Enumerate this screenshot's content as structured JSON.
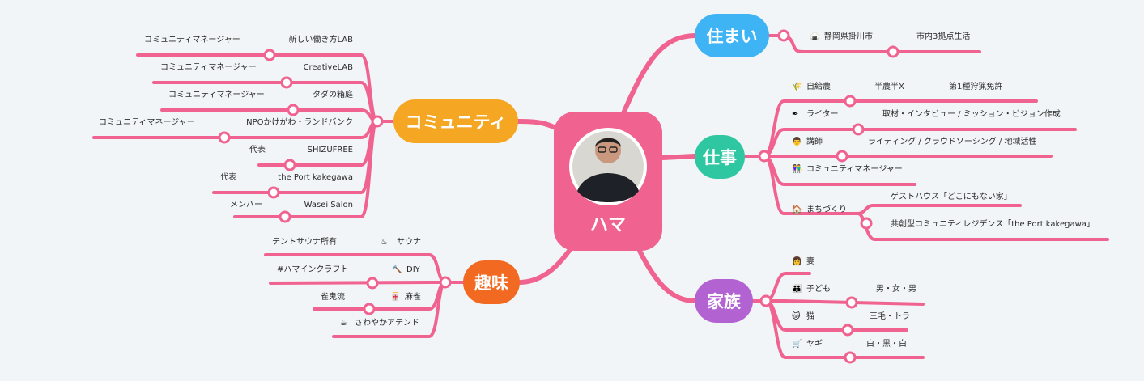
{
  "center": {
    "title": "ハマ",
    "photo": "portrait-photo"
  },
  "colors": {
    "branch": "#f06390",
    "center": "#f06390",
    "live": "#3fb4f5",
    "work": "#2fc6a2",
    "family": "#b362d1",
    "community": "#f5a623",
    "hobby": "#f26a22",
    "background": "#f1f5f7"
  },
  "branches": {
    "live": {
      "title": "住まい",
      "items": [
        {
          "icon": "rice-ball",
          "label": "静岡県掛川市",
          "sub": "市内3拠点生活"
        }
      ]
    },
    "work": {
      "title": "仕事",
      "items": [
        {
          "icon": "rice-plant",
          "label": "自給農",
          "sub": "半農半X",
          "sub2": "第1種狩猟免許"
        },
        {
          "icon": "pen",
          "label": "ライター",
          "sub": "取材・インタビュー / ミッション・ビジョン作成"
        },
        {
          "icon": "teacher",
          "label": "講師",
          "sub": "ライティング / クラウドソーシング / 地域活性"
        },
        {
          "icon": "people",
          "label": "コミュニティマネージャー"
        },
        {
          "icon": "house",
          "label": "まちづくり",
          "sub": "ゲストハウス「どこにもない家」",
          "sub2": "共創型コミュニティレジデンス「the Port kakegawa」"
        }
      ]
    },
    "family": {
      "title": "家族",
      "items": [
        {
          "icon": "wife",
          "label": "妻"
        },
        {
          "icon": "family",
          "label": "子ども",
          "sub": "男・女・男"
        },
        {
          "icon": "cat",
          "label": "猫",
          "sub": "三毛・トラ"
        },
        {
          "icon": "goat-cart",
          "label": "ヤギ",
          "sub": "白・黒・白"
        }
      ]
    },
    "community": {
      "title": "コミュニティ",
      "items": [
        {
          "label": "新しい働き方LAB",
          "sub": "コミュニティマネージャー"
        },
        {
          "label": "CreativeLAB",
          "sub": "コミュニティマネージャー"
        },
        {
          "label": "タダの箱庭",
          "sub": "コミュニティマネージャー"
        },
        {
          "label": "NPOかけがわ・ランドバンク",
          "sub": "コミュニティマネージャー"
        },
        {
          "label": "SHIZUFREE",
          "sub": "代表"
        },
        {
          "label": "the Port kakegawa",
          "sub": "代表"
        },
        {
          "label": "Wasei Salon",
          "sub": "メンバー"
        }
      ]
    },
    "hobby": {
      "title": "趣味",
      "items": [
        {
          "icon": "hot-springs",
          "label": "サウナ",
          "sub": "テントサウナ所有"
        },
        {
          "icon": "hammer",
          "label": "DIY",
          "sub": "#ハマインクラフト"
        },
        {
          "icon": "mahjong-tile",
          "label": "麻雀",
          "sub": "雀鬼流"
        },
        {
          "icon": "coffee",
          "label": "さわやかアテンド"
        }
      ]
    }
  }
}
